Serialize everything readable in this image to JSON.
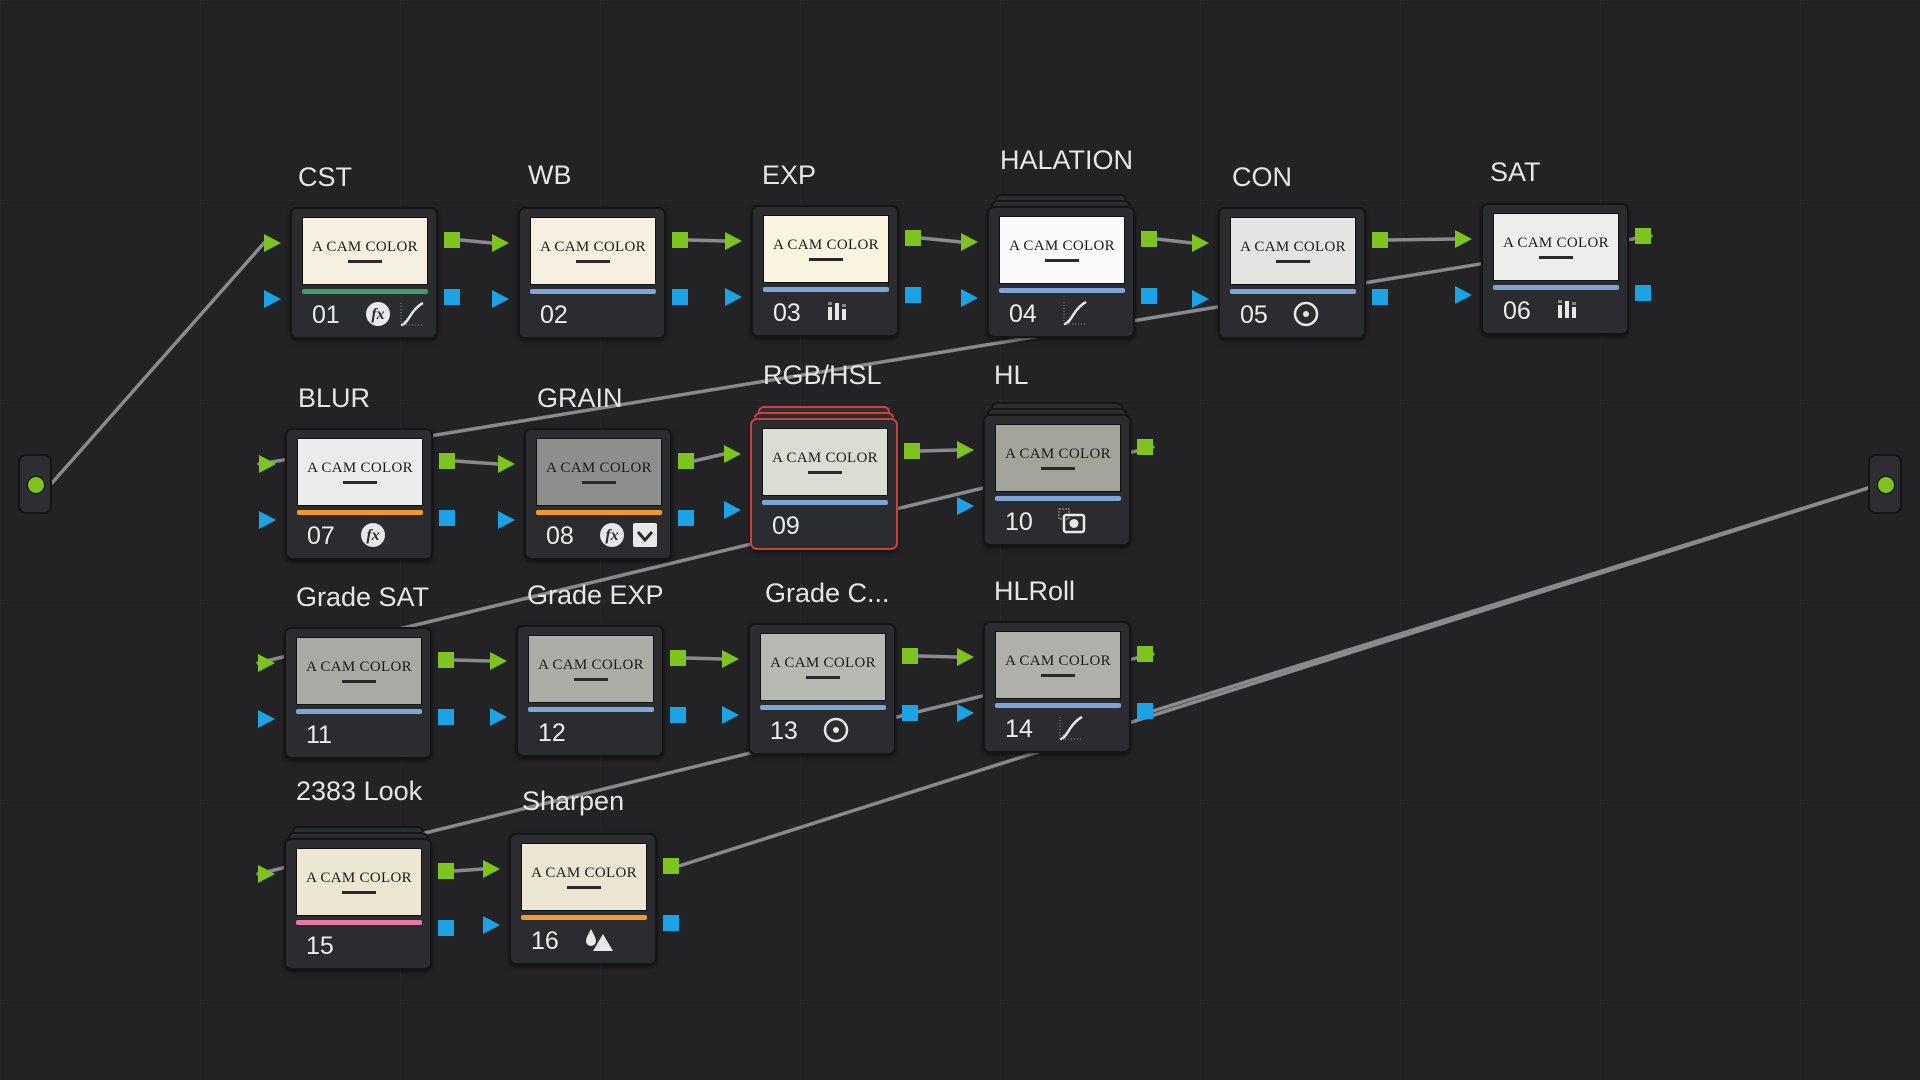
{
  "app": "Color Page Node Graph",
  "colors": {
    "background": "#232326",
    "wire": "#8a8a8e",
    "port_rgb": "#7ec41f",
    "port_alpha": "#1ba3e6",
    "selected_border": "#d0413b",
    "bar_green": "#3e9b62",
    "bar_blue": "#7ea4d8",
    "bar_orange": "#f09a2e",
    "bar_pink": "#e978a6"
  },
  "input_node": {
    "name": "source-input"
  },
  "output_node": {
    "name": "output"
  },
  "nodes": [
    {
      "id": "01",
      "label": "CST",
      "thumb_text": "A CAM COLOR",
      "thumb_color": "#f6efe0",
      "bar": "green",
      "icons": [
        "fx-icon",
        "curves-icon"
      ],
      "selected": false,
      "stacked": false
    },
    {
      "id": "02",
      "label": "WB",
      "thumb_text": "A CAM COLOR",
      "thumb_color": "#f6efdf",
      "bar": "blue",
      "icons": [],
      "selected": false,
      "stacked": false
    },
    {
      "id": "03",
      "label": "EXP",
      "thumb_text": "A CAM COLOR",
      "thumb_color": "#f8f4df",
      "bar": "blue",
      "icons": [
        "bars-icon"
      ],
      "selected": false,
      "stacked": false
    },
    {
      "id": "04",
      "label": "HALATION",
      "thumb_text": "A CAM COLOR",
      "thumb_color": "#fafafa",
      "bar": "blue",
      "icons": [
        "curves-icon"
      ],
      "selected": false,
      "stacked": true
    },
    {
      "id": "05",
      "label": "CON",
      "thumb_text": "A CAM COLOR",
      "thumb_color": "#e4e4e2",
      "bar": "blue",
      "icons": [
        "circle-target-icon"
      ],
      "selected": false,
      "stacked": false
    },
    {
      "id": "06",
      "label": "SAT",
      "thumb_text": "A CAM COLOR",
      "thumb_color": "#ededeb",
      "bar": "blue",
      "icons": [
        "bars-icon"
      ],
      "selected": false,
      "stacked": false
    },
    {
      "id": "07",
      "label": "BLUR",
      "thumb_text": "A CAM COLOR",
      "thumb_color": "#ececec",
      "bar": "orange",
      "icons": [
        "fx-icon"
      ],
      "selected": false,
      "stacked": false
    },
    {
      "id": "08",
      "label": "GRAIN",
      "thumb_text": "A CAM COLOR",
      "thumb_color": "#8e8e8d",
      "bar": "orange",
      "icons": [
        "fx-icon",
        "checkbox-icon"
      ],
      "selected": false,
      "stacked": false
    },
    {
      "id": "09",
      "label": "RGB/HSL",
      "thumb_text": "A CAM COLOR",
      "thumb_color": "#d9ddd3",
      "bar": "blue",
      "icons": [],
      "selected": true,
      "stacked": true
    },
    {
      "id": "10",
      "label": "HL",
      "thumb_text": "A CAM COLOR",
      "thumb_color": "#a3a59d",
      "bar": "blue",
      "icons": [
        "key-icon"
      ],
      "selected": false,
      "stacked": true
    },
    {
      "id": "11",
      "label": "Grade SAT",
      "thumb_text": "A CAM COLOR",
      "thumb_color": "#a8aaa3",
      "bar": "blue",
      "icons": [],
      "selected": false,
      "stacked": false
    },
    {
      "id": "12",
      "label": "Grade EXP",
      "thumb_text": "A CAM COLOR",
      "thumb_color": "#abaea6",
      "bar": "blue",
      "icons": [],
      "selected": false,
      "stacked": false
    },
    {
      "id": "13",
      "label": "Grade C...",
      "thumb_text": "A CAM COLOR",
      "thumb_color": "#b7bab2",
      "bar": "blue",
      "icons": [
        "circle-target-icon"
      ],
      "selected": false,
      "stacked": false
    },
    {
      "id": "14",
      "label": "HLRoll",
      "thumb_text": "A CAM COLOR",
      "thumb_color": "#aeb0a9",
      "bar": "blue",
      "icons": [
        "curves-icon"
      ],
      "selected": false,
      "stacked": false
    },
    {
      "id": "15",
      "label": "2383 Look",
      "thumb_text": "A CAM COLOR",
      "thumb_color": "#ede6d3",
      "bar": "pink",
      "icons": [],
      "selected": false,
      "stacked": true
    },
    {
      "id": "16",
      "label": "Sharpen",
      "thumb_text": "A CAM COLOR",
      "thumb_color": "#ebe5d1",
      "bar": "orange",
      "icons": [
        "drops-triangle-icon"
      ],
      "selected": false,
      "stacked": false
    }
  ]
}
